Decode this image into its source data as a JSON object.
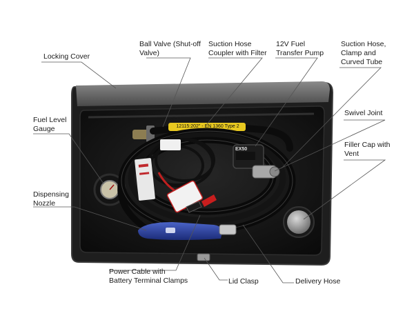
{
  "labels": {
    "locking_cover": "Locking Cover",
    "ball_valve": "Ball Valve (Shut-off\nValve)",
    "suction_coupler": "Suction Hose\nCoupler with Filter",
    "pump": "12V Fuel\nTransfer Pump",
    "suction_hose": "Suction Hose,\nClamp and\nCurved Tube",
    "swivel_joint": "Swivel Joint",
    "filler_cap": "Filler Cap with\nVent",
    "fuel_gauge": "Fuel Level\nGauge",
    "nozzle": "Dispensing\nNozzle",
    "power_cable": "Power Cable with\nBattery Terminal Clamps",
    "lid_clasp": "Lid Clasp",
    "delivery_hose": "Delivery Hose"
  },
  "photo_text": {
    "hose_print": "12115:202\" - EN 1360 Type 2",
    "pump_brand": "EX50"
  },
  "colors": {
    "tank": "#161616",
    "tank_edge": "#3a3a3a",
    "lid": "#6e6e6e",
    "hose": "#0c0c0c",
    "nozzle_blue": "#2a3f9a",
    "hose_label_yellow": "#e8c820",
    "leader": "#555555"
  }
}
